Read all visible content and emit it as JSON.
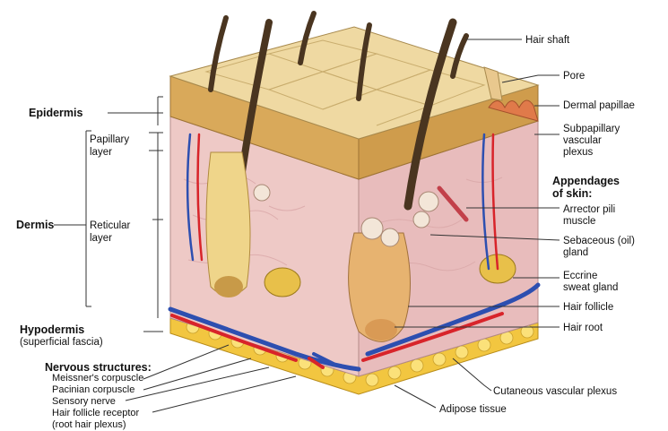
{
  "labels": {
    "left": {
      "epidermis": "Epidermis",
      "papillary_layer_line1": "Papillary",
      "papillary_layer_line2": "layer",
      "dermis": "Dermis",
      "reticular_layer_line1": "Reticular",
      "reticular_layer_line2": "layer",
      "hypodermis": "Hypodermis",
      "superficial_fascia": "(superficial fascia)"
    },
    "nervous": {
      "heading": "Nervous structures:",
      "items": [
        "Meissner's corpuscle",
        "Pacinian corpuscle",
        "Sensory nerve",
        "Hair follicle receptor",
        "(root hair plexus)"
      ]
    },
    "right": {
      "hair_shaft": "Hair shaft",
      "pore": "Pore",
      "dermal_papillae": "Dermal papillae",
      "subpapillary_line1": "Subpapillary",
      "subpapillary_line2": "vascular",
      "subpapillary_line3": "plexus",
      "appendages_line1": "Appendages",
      "appendages_line2": "of skin:",
      "arrector_line1": "Arrector pili",
      "arrector_line2": "muscle",
      "sebaceous_line1": "Sebaceous (oil)",
      "sebaceous_line2": "gland",
      "eccrine_line1": "Eccrine",
      "eccrine_line2": "sweat gland",
      "hair_follicle": "Hair follicle",
      "hair_root": "Hair root"
    },
    "bottom": {
      "cutaneous_plexus": "Cutaneous vascular plexus",
      "adipose": "Adipose tissue"
    }
  },
  "colors": {
    "epidermis_top": "#efd9a2",
    "epidermis_side": "#d9a95a",
    "dermis": "#eec9c6",
    "hypodermis": "#f2c640",
    "artery": "#d8242a",
    "vein": "#2d4fb0",
    "hair": "#4a3520",
    "follicle": "#e7b370",
    "leader_line": "#333333"
  }
}
